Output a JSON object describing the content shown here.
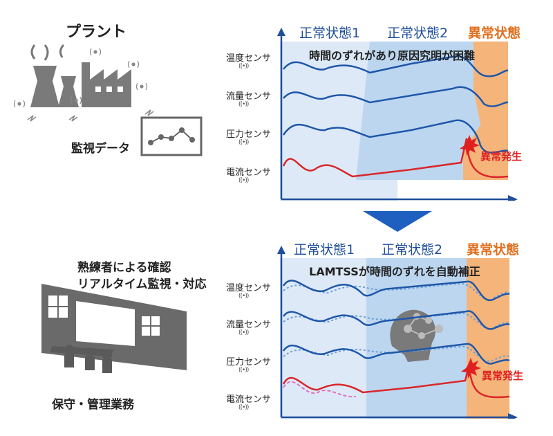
{
  "plant": {
    "title": "プラント",
    "monitor_label": "監視データ"
  },
  "operators": {
    "caption_line1": "熟練者による確認",
    "caption_line2": "リアルタイム監視・対応",
    "bottom_label": "保守・管理業務"
  },
  "panel_top": {
    "states": [
      "正常状態1",
      "正常状態2",
      "異常状態"
    ],
    "note": "時間のずれがあり原因究明が困難",
    "sensors": [
      "温度センサ",
      "流量センサ",
      "圧力センサ",
      "電流センサ"
    ],
    "event": "異常発生"
  },
  "panel_bottom": {
    "states": [
      "正常状態1",
      "正常状態2",
      "異常状態"
    ],
    "note": "LAMTSSが時間のずれを自動補正",
    "sensors": [
      "温度センサ",
      "流量センサ",
      "圧力センサ",
      "電流センサ"
    ],
    "event": "異常発生"
  },
  "colors": {
    "normal1": "#dde9f6",
    "normal2": "#bcd6f0",
    "abnormal": "#f5b47a",
    "line_blue": "#1f57a8",
    "line_red": "#d9262a",
    "dotted_blue": "#6f9fd6",
    "dashed_pink": "#e070c0",
    "arrow": "#1f5fbf"
  }
}
